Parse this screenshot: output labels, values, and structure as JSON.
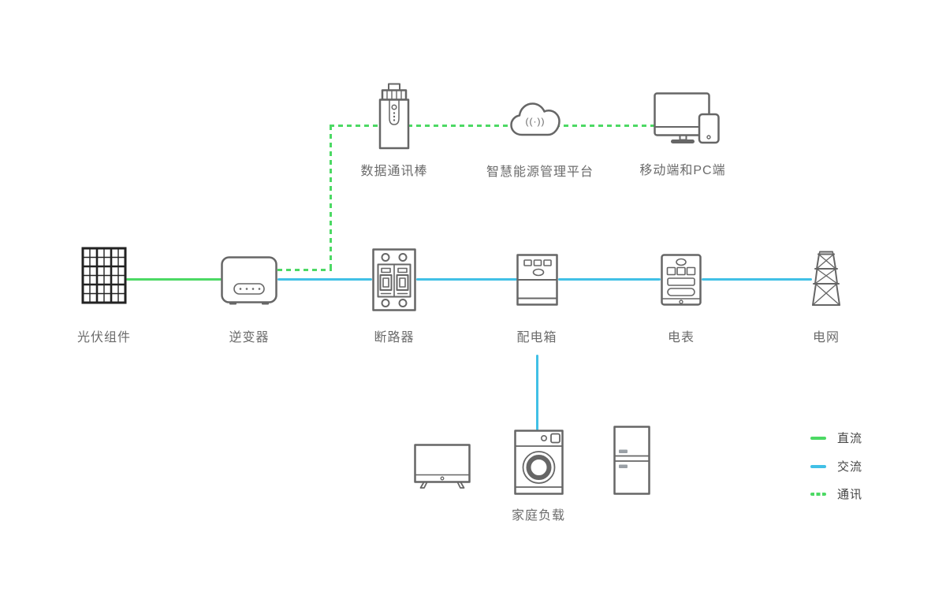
{
  "nodes": {
    "pv": {
      "label": "光伏组件"
    },
    "inverter": {
      "label": "逆变器"
    },
    "breaker": {
      "label": "断路器"
    },
    "distribution_box": {
      "label": "配电箱"
    },
    "meter": {
      "label": "电表"
    },
    "grid": {
      "label": "电网"
    },
    "data_stick": {
      "label": "数据通讯棒"
    },
    "cloud_platform": {
      "label": "智慧能源管理平台",
      "glyph": "((·))"
    },
    "clients": {
      "label": "移动端和PC端"
    },
    "home_loads": {
      "label": "家庭负载"
    }
  },
  "legend": {
    "items": [
      {
        "label": "直流",
        "style": "solid",
        "color": "#4cd964"
      },
      {
        "label": "交流",
        "style": "solid",
        "color": "#41c0e6"
      },
      {
        "label": "通讯",
        "style": "dashed",
        "color": "#4cd964"
      }
    ]
  },
  "connections": [
    {
      "from": "pv",
      "to": "inverter",
      "type": "dc"
    },
    {
      "from": "inverter",
      "to": "breaker",
      "type": "ac"
    },
    {
      "from": "breaker",
      "to": "distribution_box",
      "type": "ac"
    },
    {
      "from": "distribution_box",
      "to": "meter",
      "type": "ac"
    },
    {
      "from": "meter",
      "to": "grid",
      "type": "ac"
    },
    {
      "from": "distribution_box",
      "to": "home_loads",
      "type": "ac"
    },
    {
      "from": "inverter",
      "to": "data_stick",
      "type": "comm"
    },
    {
      "from": "data_stick",
      "to": "cloud_platform",
      "type": "comm"
    },
    {
      "from": "cloud_platform",
      "to": "clients",
      "type": "comm"
    }
  ],
  "colors": {
    "dc": "#4cd964",
    "ac": "#41c0e6",
    "comm": "#4cd964",
    "icon": "#666666",
    "panel": "#222222",
    "label": "#6b6b6b",
    "legend_text": "#444444",
    "background": "#ffffff"
  }
}
